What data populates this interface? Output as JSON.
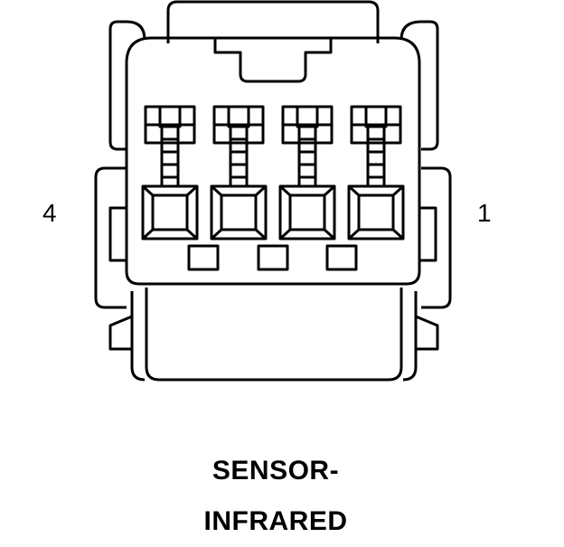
{
  "diagram": {
    "pin_left_label": "4",
    "pin_right_label": "1",
    "title_line_1": "SENSOR-",
    "title_line_2": "INFRARED",
    "pin_count": 4,
    "stroke_color": "#000000",
    "background_color": "#ffffff"
  }
}
